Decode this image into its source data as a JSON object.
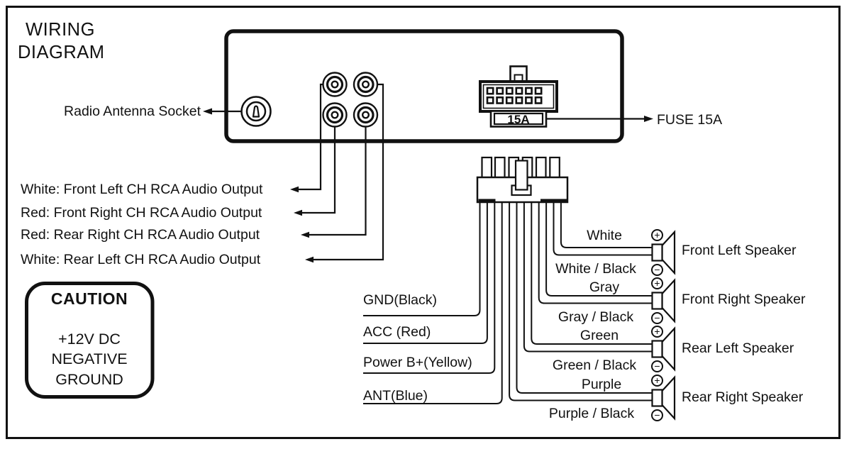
{
  "title": {
    "line1": "WIRING",
    "line2": "DIAGRAM"
  },
  "radio": {
    "antenna_label": "Radio Antenna Socket",
    "fuse_value": "15A",
    "fuse_label": "FUSE 15A"
  },
  "rca_outputs": [
    {
      "label": "White: Front Left CH RCA Audio Output"
    },
    {
      "label": "Red: Front Right CH RCA Audio Output"
    },
    {
      "label": "Red: Rear Right CH RCA Audio Output"
    },
    {
      "label": "White: Rear Left CH RCA Audio Output"
    }
  ],
  "caution": {
    "title": "CAUTION",
    "line1": "+12V DC",
    "line2": "NEGATIVE",
    "line3": "GROUND"
  },
  "power_wires": [
    {
      "label": "GND(Black)"
    },
    {
      "label": "ACC (Red)"
    },
    {
      "label": "Power B+(Yellow)"
    },
    {
      "label": "ANT(Blue)"
    }
  ],
  "speakers": [
    {
      "positive_wire": "White",
      "negative_wire": "White / Black",
      "name": "Front Left Speaker"
    },
    {
      "positive_wire": "Gray",
      "negative_wire": "Gray / Black",
      "name": "Front Right Speaker"
    },
    {
      "positive_wire": "Green",
      "negative_wire": "Green / Black",
      "name": "Rear Left Speaker"
    },
    {
      "positive_wire": "Purple",
      "negative_wire": "Purple / Black",
      "name": "Rear Right Speaker"
    }
  ],
  "terminal": {
    "positive": "+",
    "negative": "−"
  },
  "colors": {
    "ink": "#111111",
    "background": "#ffffff"
  }
}
